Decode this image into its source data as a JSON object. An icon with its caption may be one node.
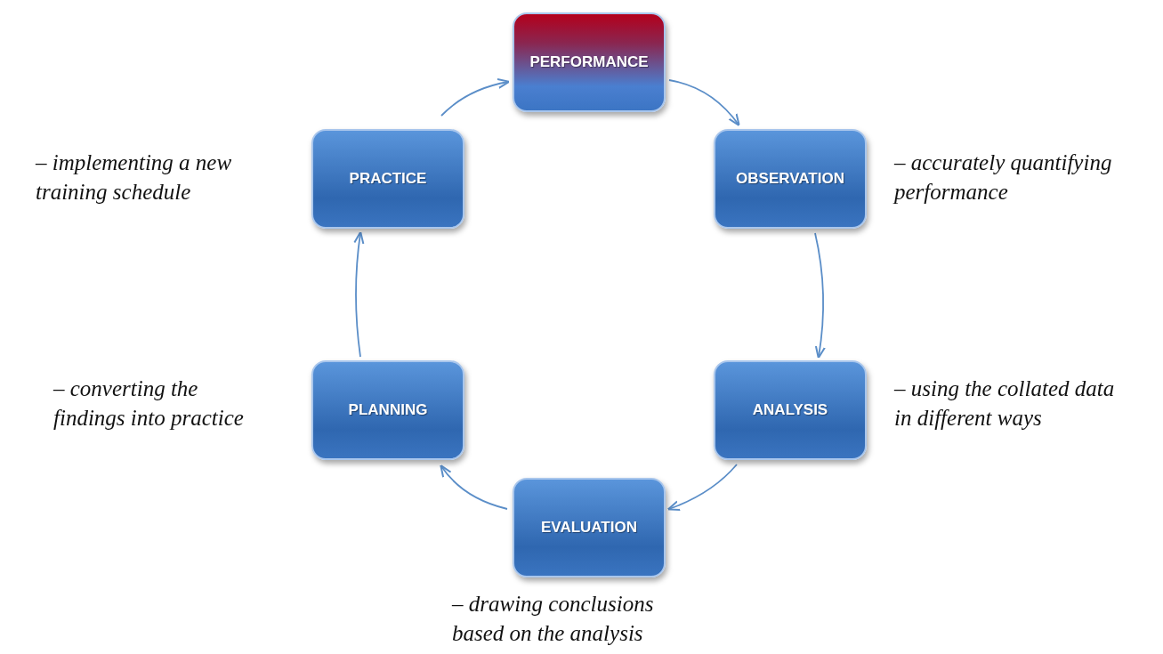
{
  "diagram": {
    "nodes": [
      {
        "text": [
          "PERFORMANCE"
        ]
      },
      {
        "text": [
          "OBSERVATION"
        ],
        "beside": [
          "– accurately quantifying performance"
        ]
      },
      {
        "text": [
          "ANALYSIS"
        ],
        "beside": [
          "– using the collated data in different ways"
        ]
      },
      {
        "text": [
          "EVALUATION"
        ],
        "beside": [
          "– drawing conclusions based on the analysis"
        ]
      },
      {
        "text": [
          "PLANNING"
        ],
        "beside": [
          "– converting the findings into practice"
        ]
      },
      {
        "text": [
          "PRACTICE"
        ],
        "beside": [
          "– implementing a new training schedule"
        ]
      }
    ],
    "edges": [
      {
        "from": 0,
        "to": 1,
        "arrow": "to"
      },
      {
        "from": 1,
        "to": 2,
        "arrow": "to"
      },
      {
        "from": 2,
        "to": 3,
        "arrow": "to"
      },
      {
        "from": 3,
        "to": 4,
        "arrow": "to"
      },
      {
        "from": 4,
        "to": 5,
        "arrow": "to"
      },
      {
        "from": 5,
        "to": 0,
        "arrow": "to"
      }
    ]
  }
}
